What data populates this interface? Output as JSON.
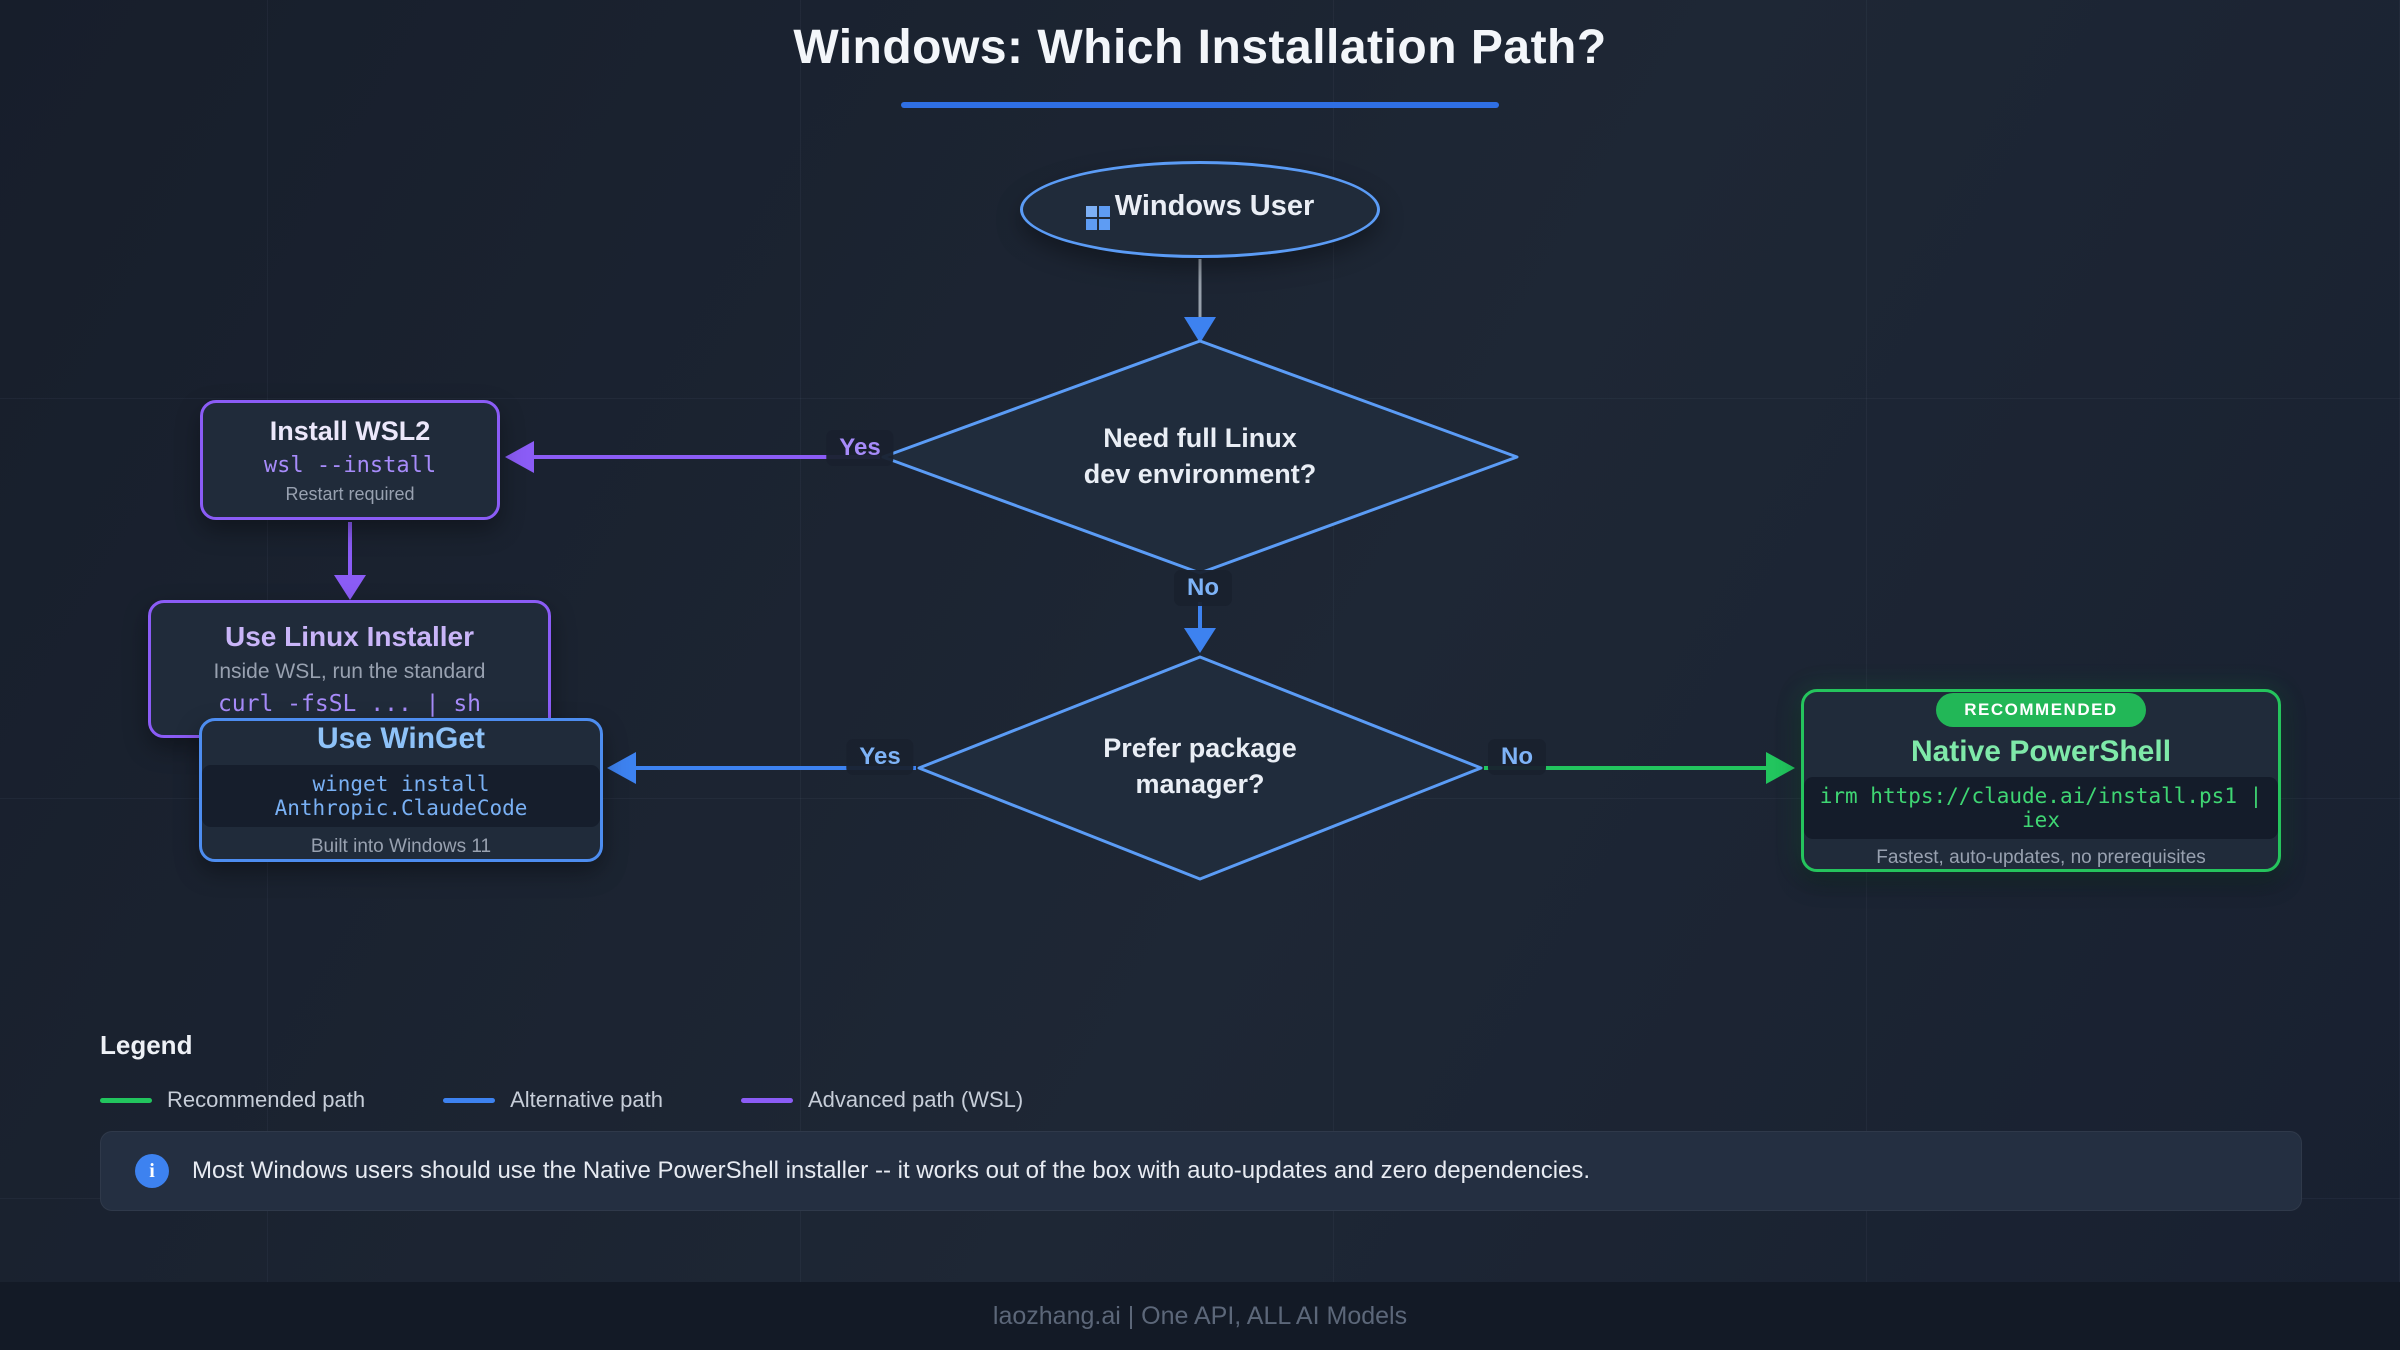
{
  "title": "Windows: Which Installation Path?",
  "flow": {
    "start": {
      "label": "Windows User",
      "icon": "windows-logo-icon"
    },
    "d1": {
      "line1": "Need full Linux",
      "line2": "dev environment?",
      "yes": "Yes",
      "no": "No"
    },
    "d2": {
      "line1": "Prefer package",
      "line2": "manager?",
      "yes": "Yes",
      "no": "No"
    },
    "wsl2": {
      "title": "Install WSL2",
      "code": "wsl --install",
      "note": "Restart required"
    },
    "linux": {
      "title": "Use Linux Installer",
      "note": "Inside WSL, run the standard",
      "code": "curl -fsSL ... | sh"
    },
    "winget": {
      "title": "Use WinGet",
      "code": "winget install Anthropic.ClaudeCode",
      "note": "Built into Windows 11"
    },
    "powershell": {
      "badge": "RECOMMENDED",
      "title": "Native PowerShell",
      "code": "irm https://claude.ai/install.ps1 | iex",
      "note": "Fastest, auto-updates, no prerequisites"
    }
  },
  "legend": {
    "title": "Legend",
    "items": [
      {
        "label": "Recommended path",
        "color": "#22c55e"
      },
      {
        "label": "Alternative path",
        "color": "#3d82f0"
      },
      {
        "label": "Advanced path (WSL)",
        "color": "#8b5cf6"
      }
    ]
  },
  "info": {
    "icon": "info-icon",
    "text": "Most Windows users should use the Native PowerShell installer -- it works out of the box with auto-updates and zero dependencies."
  },
  "footer": {
    "text": "laozhang.ai | One API, ALL AI Models"
  },
  "colors": {
    "background": "#1a2230",
    "node_fill": "#202b3a",
    "blue_border": "#5b9cf6",
    "recommended_green": "#22c55e",
    "alternative_blue": "#3d82f0",
    "advanced_purple": "#8b5cf6",
    "title_underline": "#2f6fe4"
  }
}
